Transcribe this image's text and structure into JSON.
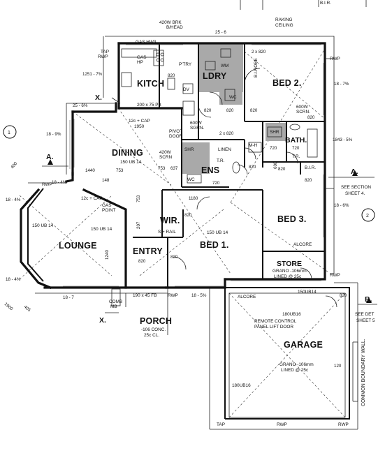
{
  "rooms": {
    "bed2": "BED 2.",
    "kitch": "KITCH",
    "ldry": "LDRY",
    "dining": "DINING",
    "ens": "ENS",
    "bath": "BATH.",
    "bed3": "BED 3.",
    "lounge": "LOUNGE",
    "wir": "WIR.",
    "entry": "ENTRY",
    "bed1": "BED 1.",
    "store": "STORE",
    "porch": "PORCH",
    "garage": "GARAGE"
  },
  "notes": {
    "brick": "420W BRK",
    "bhead": "B/HEAD",
    "raking": "RAKING",
    "ceiling": "CEILING",
    "gas_hw3": "GAS HW3",
    "tap_rwp_1": "TAP",
    "tap_rwp_2": "RWP",
    "gas_hp_1": "GAS",
    "gas_hp_2": "HP",
    "pty": "P'TRY",
    "wm": "WM",
    "birobe": "B.I.ROBE",
    "rwp_tr": "RWP",
    "dv": "DV",
    "wc": "WC",
    "lintel_1": "200 x 75 PB",
    "lintel_2": "12c + CAP",
    "lintel_3": "1950",
    "pivot_1": "PIVOT",
    "pivot_2": "DOOR",
    "scrn_1a": "600W",
    "scrn_1b": "SGRN.",
    "scrn_2a": "600W",
    "scrn_2b": "SCRN.",
    "scrn_3a": "420W",
    "scrn_3b": "SCRN",
    "linen": "LINEN",
    "mh": "M-H",
    "tr_1": "T.R.",
    "tr_2": "T.R.",
    "shr_1": "SHR",
    "shr_2": "SHR",
    "wc2": "WC",
    "bir2": "B.I.R.",
    "ub_1": "150 UB 14",
    "ub_2": "150 UB 14",
    "ub_3": "150 UB 14",
    "ub_4": "150 UB 14",
    "ub_5": "150UB14",
    "ub_6": "180UB16",
    "ub_7": "180UB16",
    "rwp_1": "RWP",
    "rwp_2": "RWP",
    "rwp_3": "RWP",
    "rwp_4": "RWP",
    "rwp_5": "RWP",
    "cap2": "12c + CAP",
    "gaspoint_1": "GAS",
    "gaspoint_2": "POINT",
    "srail": "S + RAIL",
    "alcore_1": "ALCORE",
    "alcore_2": "ALCORE",
    "grano_1": "GRANO -106mm",
    "grano_2": "LINED @ 25c",
    "remote_1": "REMOTE CONTROL",
    "remote_2": "PANEL LIFT DOOR",
    "grano_3": "GRANO -106mm",
    "grano_4": "LINED @ 25c",
    "concrete_1": "-106 CONC.",
    "concrete_2": "25c CL.",
    "comb_1": "COMB",
    "comb_2": "MB",
    "porch_fb": "190 x 45 FB",
    "see_1a": "SEE SECTION",
    "see_1b": "SHEET 4.",
    "see_2a": "SEE DET",
    "see_2b": "SHEET 5",
    "boundary": "COMMON BOUNDARY WALL.",
    "tap_b": "TAP",
    "bir_top": "B.I.R."
  },
  "dims": {
    "d_25_6": "25 - 6",
    "d_1251": "1251 - 7%",
    "d_25_6b": "25 - 6%",
    "d_18_7r": "18 - 7%",
    "d_1843": "1843 - 5%",
    "d_18_6r": "18 - 6%",
    "d_18_9": "18 - 9%",
    "d_18_4a": "18 - 4%",
    "d_18_4b": "18 - 4%",
    "d_18_4c": "18 - 4%",
    "d_18_7b": "18 - 7",
    "d_18_5": "18 - 5%",
    "d_2x820a": "2 x 820",
    "d_2x820b": "2 x 820",
    "d_820_1": "820",
    "d_820_2": "820",
    "d_820_3": "820",
    "d_820_4": "820",
    "d_820_5": "820",
    "d_820_6": "820",
    "d_820_7": "820",
    "d_820_8": "820",
    "d_820_9": "820",
    "d_820_10": "820",
    "d_820_11": "820",
    "d_820_12": "820",
    "d_720_1": "720",
    "d_720_2": "720",
    "d_720_3": "720",
    "d_600": "600",
    "d_1440": "1440",
    "d_753a": "753",
    "d_753b": "753",
    "d_637": "637",
    "d_148": "148",
    "d_1180": "1180",
    "d_753v": "753",
    "d_207": "207",
    "d_1240": "1240",
    "d_1900": "1900",
    "d_400": "400",
    "d_405": "405",
    "d_120": "120"
  },
  "markers": {
    "x_top": "X.",
    "x_bottom": "X.",
    "a_left": "A.",
    "a_right": "A.",
    "b_right": "B.",
    "grid_1": "1",
    "grid_2": "2"
  }
}
